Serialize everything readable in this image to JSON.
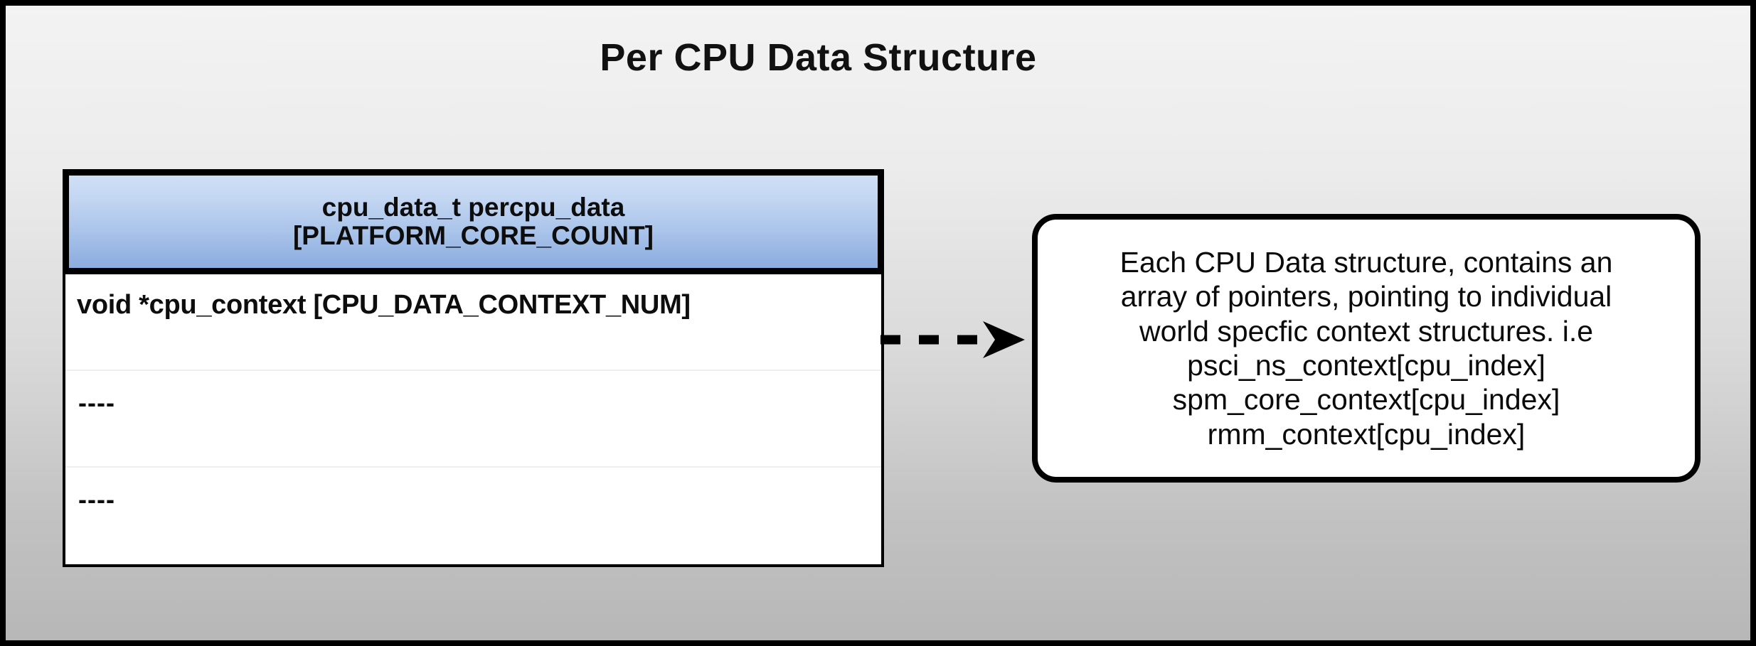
{
  "diagram": {
    "title": "Per CPU Data Structure",
    "background_top_color": "#f3f3f3",
    "background_bottom_color": "#b7b7b7",
    "frame_color": "#000000"
  },
  "struct_table": {
    "header_label": "cpu_data_t percpu_data\n[PLATFORM_CORE_COUNT]",
    "header_gradient_top": "#cfdff6",
    "header_gradient_bottom": "#8cade0",
    "rows": [
      {
        "label": "void *cpu_context [CPU_DATA_CONTEXT_NUM]"
      },
      {
        "label": "----"
      },
      {
        "label": "----"
      }
    ]
  },
  "connector": {
    "style": "dashed-arrow",
    "direction": "right",
    "color": "#000000",
    "dash_count": 3
  },
  "callout": {
    "text": "Each CPU Data structure, contains an\narray of pointers, pointing to individual\nworld specfic context structures. i.e\npsci_ns_context[cpu_index]\nspm_core_context[cpu_index]\nrmm_context[cpu_index]",
    "border_color": "#000000",
    "background_color": "#ffffff"
  }
}
